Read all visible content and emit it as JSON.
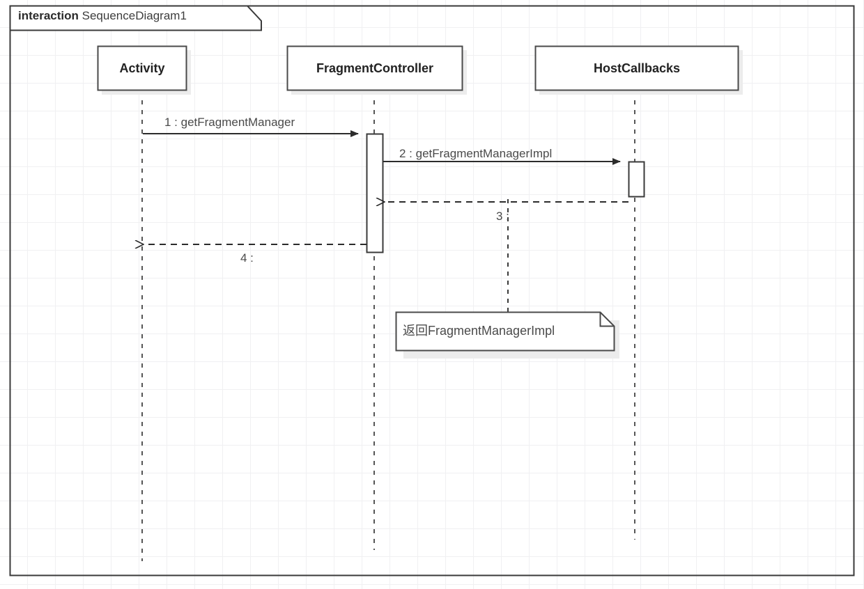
{
  "frame": {
    "keyword": "interaction",
    "name": "SequenceDiagram1"
  },
  "colors": {
    "frame_border": "#3a3a3a",
    "box_border": "#4a4a4a",
    "line": "#3a3a3a",
    "text": "#4a4a4a",
    "title_text": "#222222",
    "grid": "#f0f0f2",
    "background": "#ffffff",
    "shadow": "#e8e8e8"
  },
  "lifelines": [
    {
      "id": "activity",
      "label": "Activity"
    },
    {
      "id": "fragment-controller",
      "label": "FragmentController"
    },
    {
      "id": "host-callbacks",
      "label": "HostCallbacks"
    }
  ],
  "messages": [
    {
      "seq": "1",
      "label": "1 : getFragmentManager",
      "from": "activity",
      "to": "fragment-controller",
      "kind": "call"
    },
    {
      "seq": "2",
      "label": "2 : getFragmentManagerImpl",
      "from": "fragment-controller",
      "to": "host-callbacks",
      "kind": "call"
    },
    {
      "seq": "3",
      "label": "3 :",
      "from": "host-callbacks",
      "to": "fragment-controller",
      "kind": "reply"
    },
    {
      "seq": "4",
      "label": "4 :",
      "from": "fragment-controller",
      "to": "activity",
      "kind": "reply"
    }
  ],
  "notes": [
    {
      "id": "note-1",
      "text": "返回FragmentManagerImpl",
      "anchored_to": "3"
    }
  ]
}
